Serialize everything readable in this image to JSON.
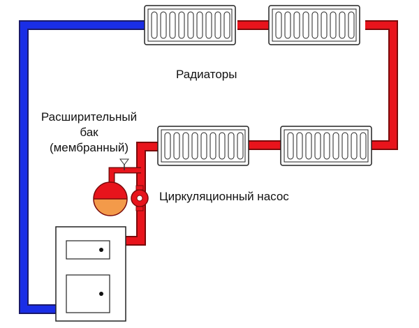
{
  "labels": {
    "radiators": "Радиаторы",
    "expansion_tank": {
      "line1": "Расширительный",
      "line2": "бак",
      "line3": "(мембранный)"
    },
    "pump": "Циркуляционный насос"
  },
  "colors": {
    "supply_pipe": "#e8141c",
    "return_pipe": "#1a2ee6",
    "pipe_outline": "#7a0a0a",
    "radiator_fill": "#ffffff",
    "radiator_stroke": "#222222",
    "tank_top": "#e8141c",
    "tank_water": "#f39a4a",
    "boiler_fill": "#ffffff"
  },
  "components": {
    "radiators": [
      "radiator-top-left",
      "radiator-top-right",
      "radiator-bottom-left",
      "radiator-bottom-right"
    ],
    "boiler": "boiler",
    "pump": "circulation-pump",
    "expansion_tank": "expansion-tank",
    "air_valve": "air-vent-valve"
  }
}
